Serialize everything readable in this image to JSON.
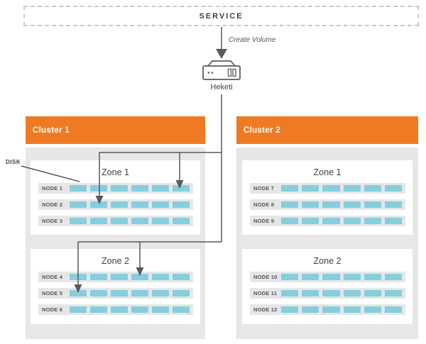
{
  "service": {
    "label": "SERVICE"
  },
  "flow": {
    "create_volume_label": "Create Volume",
    "heketi_label": "Heketi",
    "heketi_icon": "server-appliance-icon"
  },
  "disk_callout": {
    "label": "DISK"
  },
  "clusters": [
    {
      "title": "Cluster 1",
      "zones": [
        {
          "title": "Zone 1",
          "nodes": [
            {
              "label": "NODE 1",
              "disks": 6
            },
            {
              "label": "NODE 2",
              "disks": 6
            },
            {
              "label": "NODE 3",
              "disks": 6
            }
          ]
        },
        {
          "title": "Zone 2",
          "nodes": [
            {
              "label": "NODE 4",
              "disks": 6
            },
            {
              "label": "NODE 5",
              "disks": 6
            },
            {
              "label": "NODE 6",
              "disks": 6
            }
          ]
        }
      ]
    },
    {
      "title": "Cluster 2",
      "zones": [
        {
          "title": "Zone 1",
          "nodes": [
            {
              "label": "NODE 7",
              "disks": 6
            },
            {
              "label": "NODE 8",
              "disks": 6
            },
            {
              "label": "NODE 9",
              "disks": 6
            }
          ]
        },
        {
          "title": "Zone 2",
          "nodes": [
            {
              "label": "NODE 10",
              "disks": 6
            },
            {
              "label": "NODE 11",
              "disks": 6
            },
            {
              "label": "NODE 12",
              "disks": 6
            }
          ]
        }
      ]
    }
  ],
  "colors": {
    "cluster_header_orange": "#EE7B23",
    "disk_cyan": "#87CEDC",
    "connector_gray": "#58595B",
    "cluster_body_gray": "#E7E7E8",
    "node_row_gray": "#E5E6E7"
  }
}
